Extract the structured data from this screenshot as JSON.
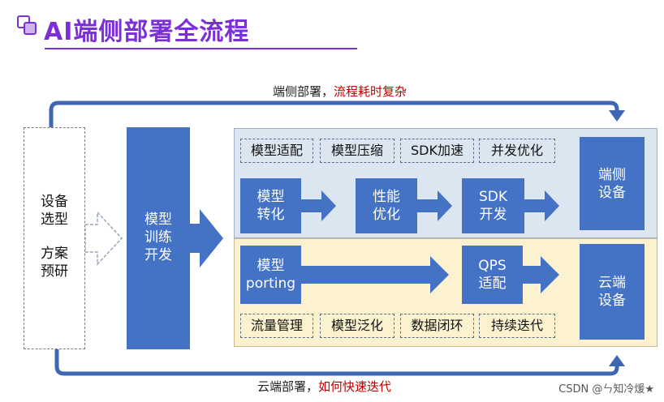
{
  "header": {
    "title": "AI端侧部署全流程"
  },
  "top_flow": {
    "label": "端侧部署，",
    "highlight": "流程耗时复杂"
  },
  "bottom_flow": {
    "label": "云端部署，",
    "highlight": "如何快速迭代"
  },
  "left_box": {
    "line1": "设备",
    "line2": "选型",
    "line3": "方案",
    "line4": "预研"
  },
  "training": {
    "line1": "模型",
    "line2": "训练",
    "line3": "开发"
  },
  "edge": {
    "chips": [
      "模型适配",
      "模型压缩",
      "SDK加速",
      "并发优化"
    ],
    "steps": [
      {
        "line1": "模型",
        "line2": "转化"
      },
      {
        "line1": "性能",
        "line2": "优化"
      },
      {
        "line1": "SDK",
        "line2": "开发"
      }
    ],
    "device": {
      "line1": "端侧",
      "line2": "设备"
    }
  },
  "cloud": {
    "steps": [
      {
        "line1": "模型",
        "line2": "porting"
      },
      {
        "line1": "QPS",
        "line2": "适配"
      }
    ],
    "chips": [
      "流量管理",
      "模型泛化",
      "数据闭环",
      "持续迭代"
    ],
    "device": {
      "line1": "云端",
      "line2": "设备"
    }
  },
  "watermark": "CSDN @ㄣ知冷煖★",
  "colors": {
    "title": "#7b2fd6",
    "accent": "#c00000",
    "block": "#4472c4",
    "edge_panel": "#dce6f1",
    "cloud_panel": "#fcf2cf"
  }
}
